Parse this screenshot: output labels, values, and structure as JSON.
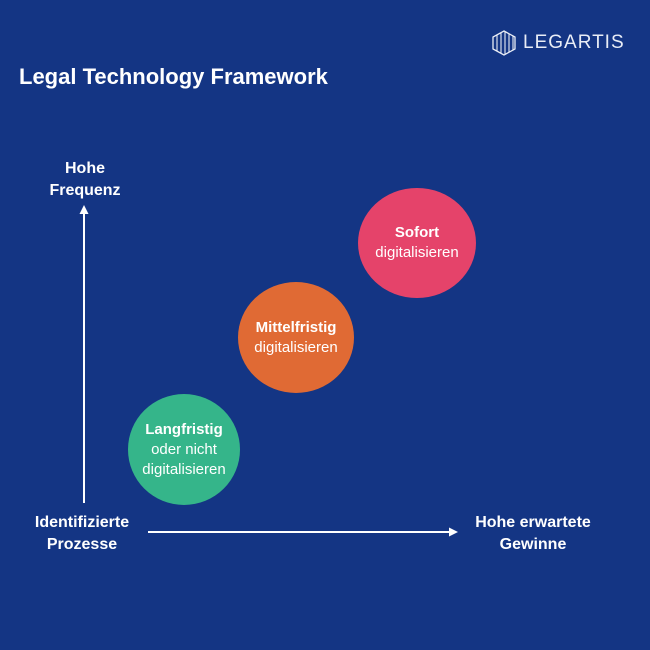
{
  "logo": {
    "text": "LEGARTIS"
  },
  "title": "Legal Technology Framework",
  "axes": {
    "y_label_line1": "Hohe",
    "y_label_line2": "Frequenz",
    "origin_label_line1": "Identifizierte",
    "origin_label_line2": "Prozesse",
    "x_label_line1": "Hohe erwartete",
    "x_label_line2": "Gewinne"
  },
  "bubbles": [
    {
      "title": "Sofort",
      "lines": [
        "digitalisieren"
      ],
      "color": "#e5436a"
    },
    {
      "title": "Mittelfristig",
      "lines": [
        "digitalisieren"
      ],
      "color": "#e06a34"
    },
    {
      "title": "Langfristig",
      "lines": [
        "oder nicht",
        "digitalisieren"
      ],
      "color": "#35b58a"
    }
  ],
  "colors": {
    "background": "#143584",
    "text": "#ffffff"
  }
}
